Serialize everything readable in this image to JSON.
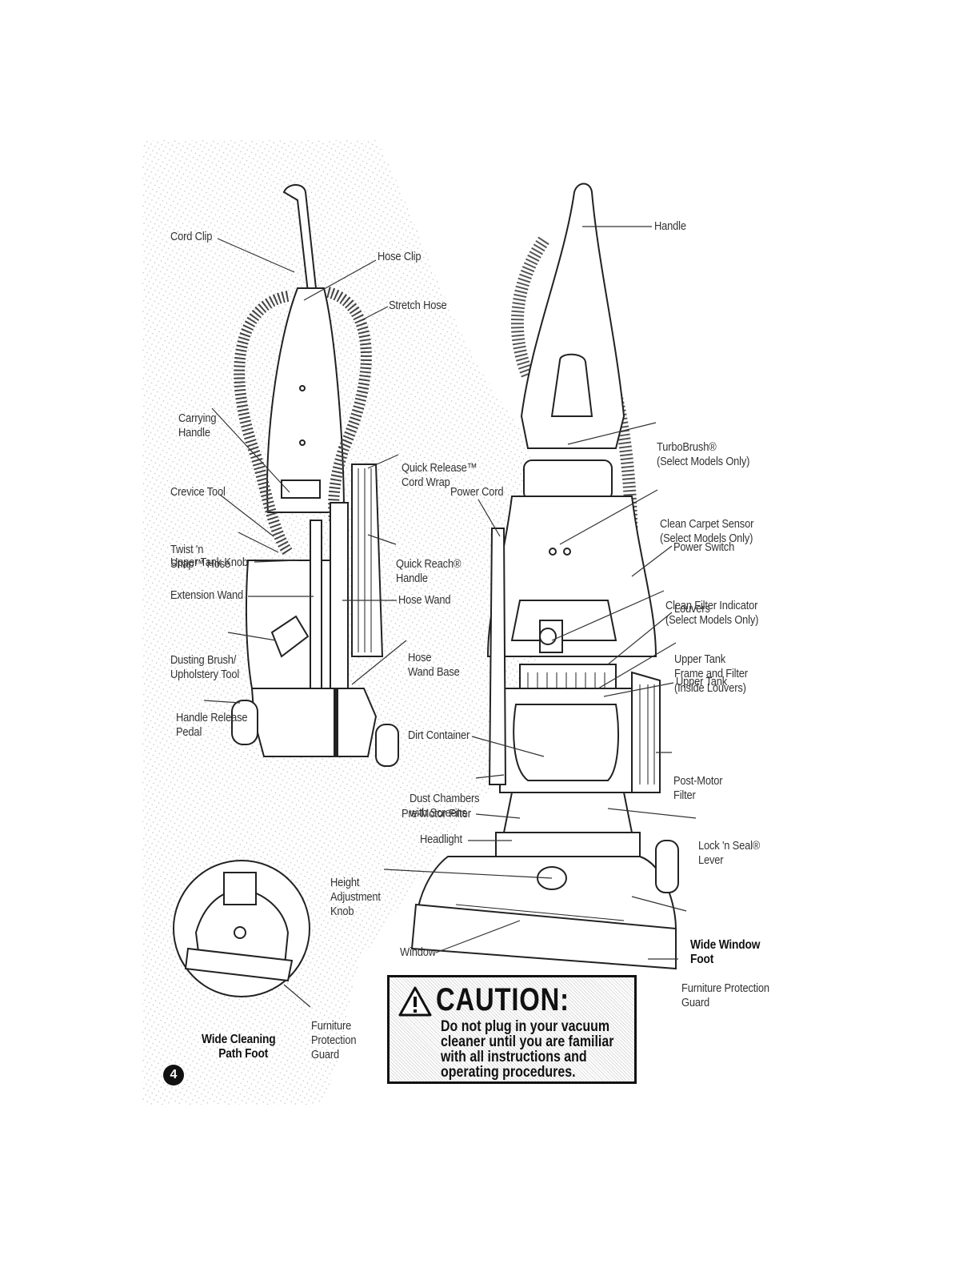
{
  "labels": {
    "cord_clip": "Cord Clip",
    "hose_clip": "Hose Clip",
    "stretch_hose": "Stretch Hose",
    "carrying_handle_1": "Carrying",
    "carrying_handle_2": "Handle",
    "quick_release_1": "Quick Release™",
    "quick_release_2": "Cord Wrap",
    "crevice_tool": "Crevice Tool",
    "twist_snap_1": "Twist 'n",
    "twist_snap_2": "Snap™ Hose",
    "upper_tank_knob": "Upper Tank Knob",
    "power_cord": "Power Cord",
    "quick_reach_1": "Quick Reach®",
    "quick_reach_2": "Handle",
    "extension_wand": "Extension Wand",
    "hose_wand": "Hose Wand",
    "dusting_brush_1": "Dusting Brush/",
    "dusting_brush_2": "Upholstery Tool",
    "hose_wand_base_1": "Hose",
    "hose_wand_base_2": "Wand Base",
    "handle_release_1": "Handle Release",
    "handle_release_2": "Pedal",
    "dirt_container": "Dirt Container",
    "dust_chambers_1": "Dust Chambers",
    "dust_chambers_2": "with Screens",
    "pre_motor_filter": "Pre-Motor Filter",
    "headlight": "Headlight",
    "height_adjust_1": "Height",
    "height_adjust_2": "Adjustment",
    "height_adjust_3": "Knob",
    "window": "Window",
    "handle": "Handle",
    "turbobrush_1": "TurboBrush®",
    "turbobrush_2": "(Select Models Only)",
    "clean_carpet_1": "Clean Carpet Sensor",
    "clean_carpet_2": "(Select Models Only)",
    "power_switch": "Power Switch",
    "clean_filter_1": "Clean Filter Indicator",
    "clean_filter_2": "(Select Models Only)",
    "louvers": "Louvers",
    "upper_tank_frame_1": "Upper Tank",
    "upper_tank_frame_2": "Frame and Filter",
    "upper_tank_frame_3": "(Inside Louvers)",
    "upper_tank": "Upper Tank",
    "post_motor_1": "Post-Motor",
    "post_motor_2": "Filter",
    "lock_seal_1": "Lock 'n Seal®",
    "lock_seal_2": "Lever",
    "wide_window_1": "Wide Window",
    "wide_window_2": "Foot",
    "furniture_guard_r1": "Furniture Protection",
    "furniture_guard_r2": "Guard",
    "furniture_guard_l1": "Furniture",
    "furniture_guard_l2": "Protection",
    "furniture_guard_l3": "Guard",
    "wide_cleaning_1": "Wide Cleaning",
    "wide_cleaning_2": "Path Foot"
  },
  "caution": {
    "title": "CAUTION:",
    "body": "Do not plug in your vacuum\ncleaner until you are familiar\nwith all instructions and\noperating procedures."
  },
  "page_number": "4"
}
